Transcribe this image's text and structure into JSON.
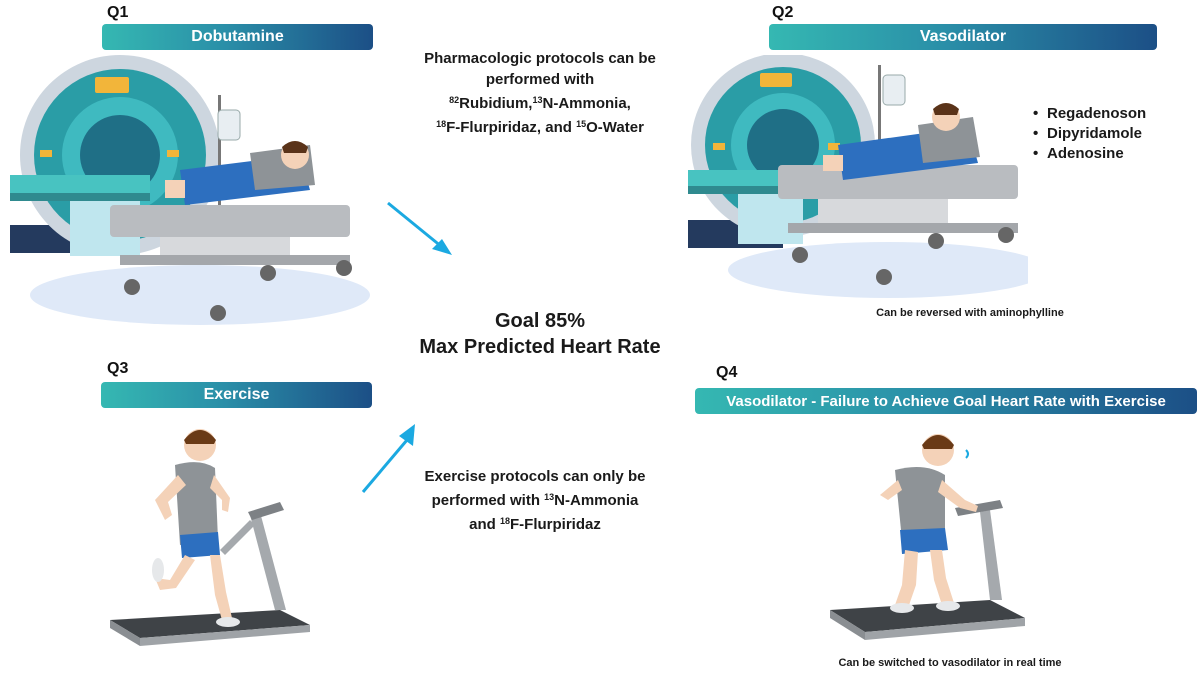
{
  "q1": {
    "label": "Q1",
    "banner": "Dobutamine"
  },
  "q2": {
    "label": "Q2",
    "banner": "Vasodilator",
    "bullets": [
      "Regadenoson",
      "Dipyridamole",
      "Adenosine"
    ],
    "caption": "Can be reversed with aminophylline"
  },
  "q3": {
    "label": "Q3",
    "banner": "Exercise"
  },
  "q4": {
    "label": "Q4",
    "banner": "Vasodilator - Failure to Achieve Goal Heart Rate with Exercise",
    "caption": "Can be switched to vasodilator in real time"
  },
  "pharm_text": {
    "line1": "Pharmacologic protocols can be",
    "line2": "performed with",
    "iso_rb_mass": "82",
    "iso_rb_name": "Rubidium,",
    "iso_n_mass": "13",
    "iso_n_name": "N-Ammonia,",
    "iso_f_mass": "18",
    "iso_f_name": "F-Flurpiridaz, and ",
    "iso_o_mass": "15",
    "iso_o_name": "O-Water"
  },
  "goal": {
    "line1": "Goal 85%",
    "line2": "Max Predicted Heart Rate"
  },
  "exercise_text": {
    "line1": "Exercise protocols can only be",
    "line2_pre": "performed with ",
    "iso_n_mass": "13",
    "iso_n_name": "N-Ammonia",
    "line3_pre": "and ",
    "iso_f_mass": "18",
    "iso_f_name": "F-Flurpiridaz"
  },
  "colors": {
    "banner_start": "#35b8b2",
    "banner_end": "#1c4f86",
    "arrow": "#1ba9e1"
  }
}
